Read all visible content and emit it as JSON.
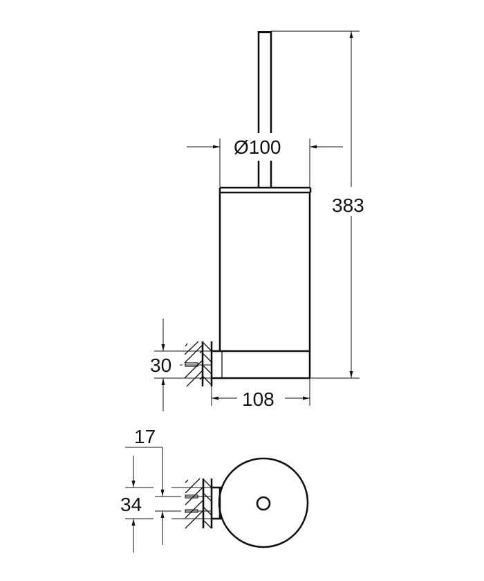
{
  "drawing": {
    "type": "technical dimension drawing",
    "subject": "toilet brush holder, wall mounted",
    "views": {
      "front": {
        "dimensions": {
          "diameter": "Ø100",
          "total_height": "383",
          "projection": "108",
          "mount_height": "30"
        }
      },
      "top": {
        "dimensions": {
          "screw_offset": "17",
          "screw_spacing": "34"
        }
      }
    },
    "colors": {
      "line": "#111111",
      "background": "#ffffff"
    }
  }
}
